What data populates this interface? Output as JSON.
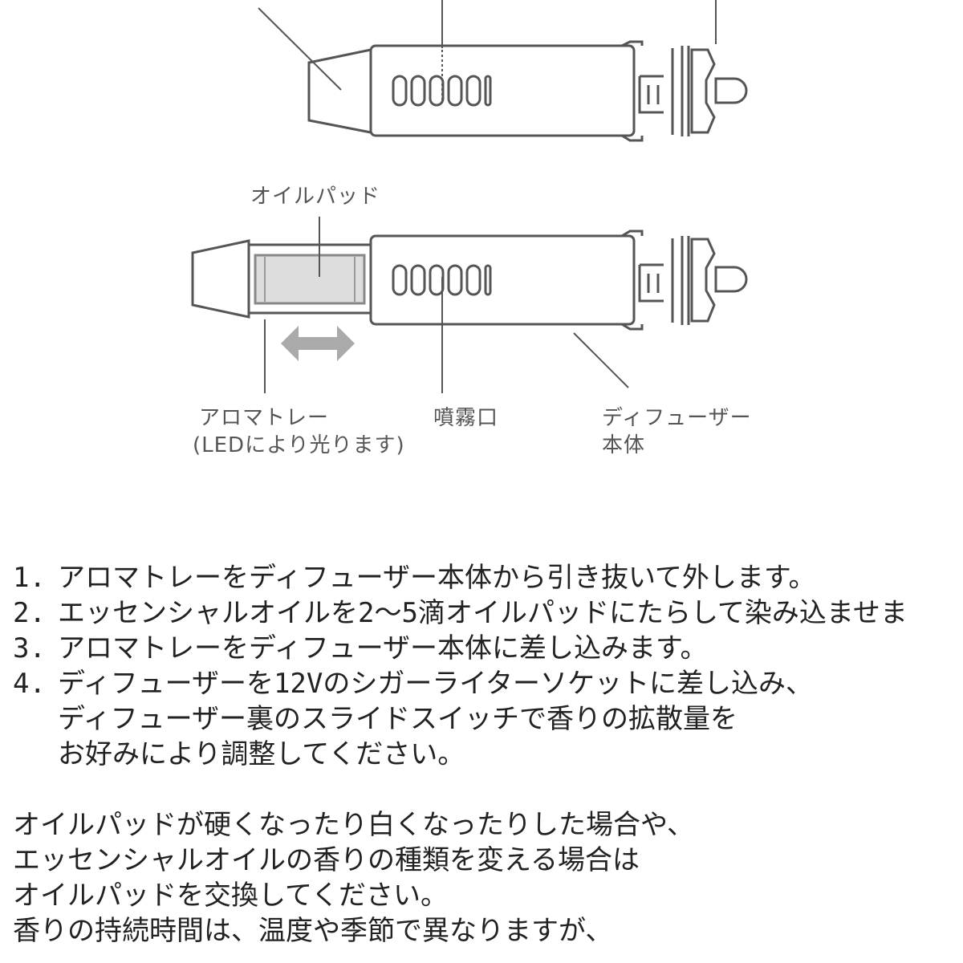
{
  "diagram": {
    "labels": {
      "oil_pad": "オイルパッド",
      "aroma_tray_line1": "アロマトレー",
      "aroma_tray_line2": "(LEDにより光ります)",
      "vent": "噴霧口",
      "diffuser_line1": "ディフューザー",
      "diffuser_line2": "本体"
    }
  },
  "steps": [
    {
      "num": "1.",
      "lines": [
        "アロマトレーをディフューザー本体から引き抜いて外します。"
      ]
    },
    {
      "num": "2.",
      "lines": [
        "エッセンシャルオイルを2〜5滴オイルパッドにたらして染み込ませま"
      ]
    },
    {
      "num": "3.",
      "lines": [
        "アロマトレーをディフューザー本体に差し込みます。"
      ]
    },
    {
      "num": "4.",
      "lines": [
        "ディフューザーを12Vのシガーライターソケットに差し込み、",
        "ディフューザー裏のスライドスイッチで香りの拡散量を",
        "お好みにより調整してください。"
      ]
    }
  ],
  "notes": [
    "オイルパッドが硬くなったり白くなったりした場合や、",
    "エッセンシャルオイルの香りの種類を変える場合は",
    "オイルパッドを交換してください。",
    "香りの持続時間は、温度や季節で異なりますが、"
  ]
}
